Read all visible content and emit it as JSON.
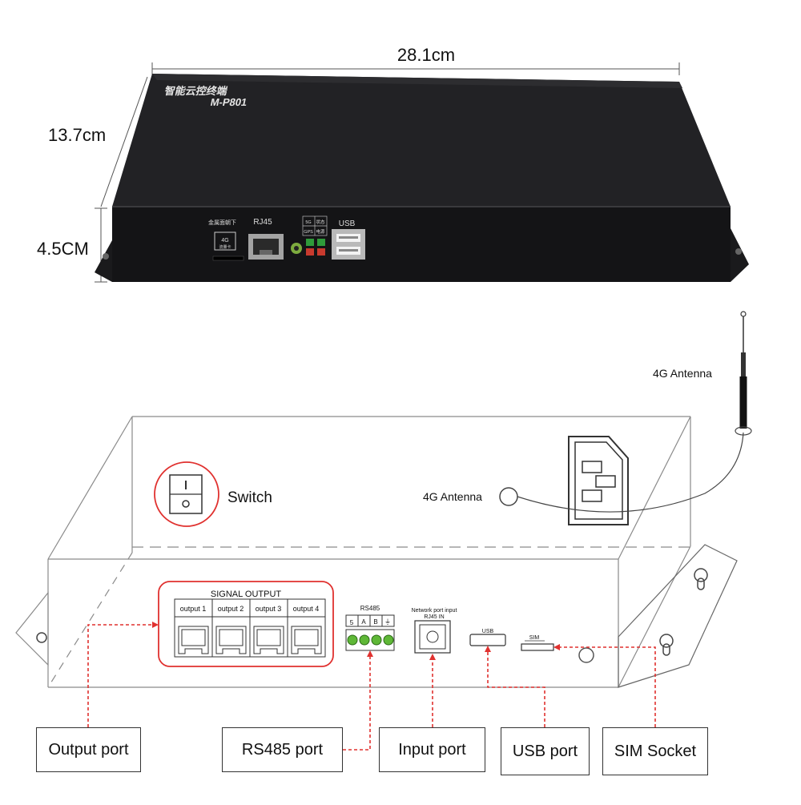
{
  "dimensions": {
    "width": "28.1cm",
    "depth": "13.7cm",
    "height": "4.5CM"
  },
  "device": {
    "brand_text": "智能云控终端",
    "model": "M-P801",
    "card_slot_label": "金属面朝下",
    "card_slot_sub": "4G",
    "card_slot_sub2": "流量卡",
    "rj45_label": "RJ45",
    "led_labels": [
      "5G",
      "状态",
      "GPS",
      "电源"
    ],
    "usb_label": "USB"
  },
  "diagram": {
    "antenna_top_label": "4G Antenna",
    "antenna_port_label": "4G Antenna",
    "switch_label": "Switch",
    "signal_output_title": "SIGNAL OUTPUT",
    "outputs": [
      "output 1",
      "output 2",
      "output 3",
      "output 4"
    ],
    "rs485_title": "RS485",
    "rs485_pins": [
      "A",
      "B",
      "⏚"
    ],
    "network_input_title": "Network port input",
    "network_input_sub": "RJ45 IN",
    "usb_small": "USB",
    "sim_small": "SIM"
  },
  "callouts": {
    "output_port": "Output port",
    "rs485_port": "RS485 port",
    "input_port": "Input port",
    "usb_port": "USB port",
    "sim_socket": "SIM Socket"
  },
  "colors": {
    "callout_red": "#e0312f",
    "device_black": "#1e1e20",
    "line_gray": "#8a8a8a"
  }
}
